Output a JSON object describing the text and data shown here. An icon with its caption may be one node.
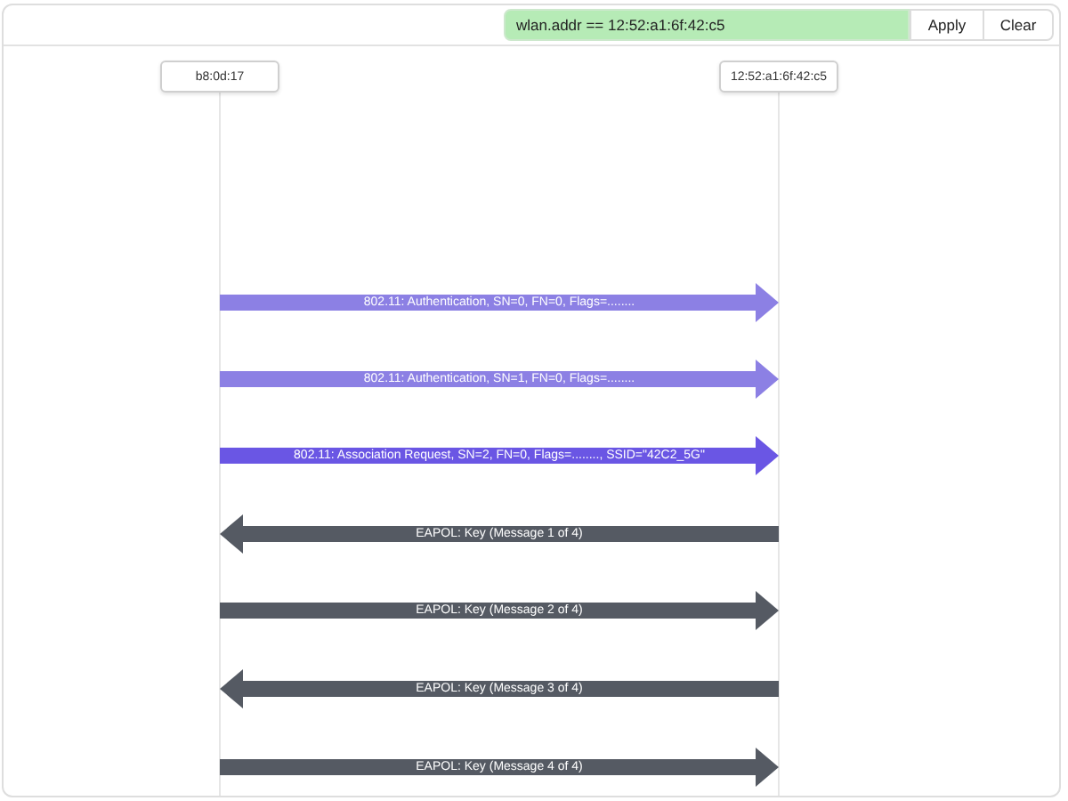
{
  "diagram": {
    "nodes": [
      {
        "text": [
          "b8:0d:17"
        ]
      },
      {
        "text": [
          "12:52:a1:6f:42:c5"
        ]
      }
    ],
    "edges": [
      {
        "from": 0,
        "to": 1,
        "arrow": "to",
        "label": "802.11: Authentication, SN=0, FN=0, Flags=........",
        "color": "#8c80e4"
      },
      {
        "from": 0,
        "to": 1,
        "arrow": "to",
        "label": "802.11: Authentication, SN=1, FN=0, Flags=........",
        "color": "#8c80e4"
      },
      {
        "from": 0,
        "to": 1,
        "arrow": "to",
        "label": "802.11: Association Request, SN=2, FN=0, Flags=........, SSID=\"42C2_5G\"",
        "color": "#6a56e4"
      },
      {
        "from": 1,
        "to": 0,
        "arrow": "to",
        "label": "EAPOL: Key (Message 1 of 4)"
      },
      {
        "from": 0,
        "to": 1,
        "arrow": "to",
        "label": "EAPOL: Key (Message 2 of 4)"
      },
      {
        "from": 1,
        "to": 0,
        "arrow": "to",
        "label": "EAPOL: Key (Message 3 of 4)"
      },
      {
        "from": 0,
        "to": 1,
        "arrow": "to",
        "label": "EAPOL: Key (Message 4 of 4)"
      }
    ],
    "labels": [
      "wlan.addr == 12:52:a1:6f:42:c5",
      "Apply",
      "Clear"
    ]
  }
}
